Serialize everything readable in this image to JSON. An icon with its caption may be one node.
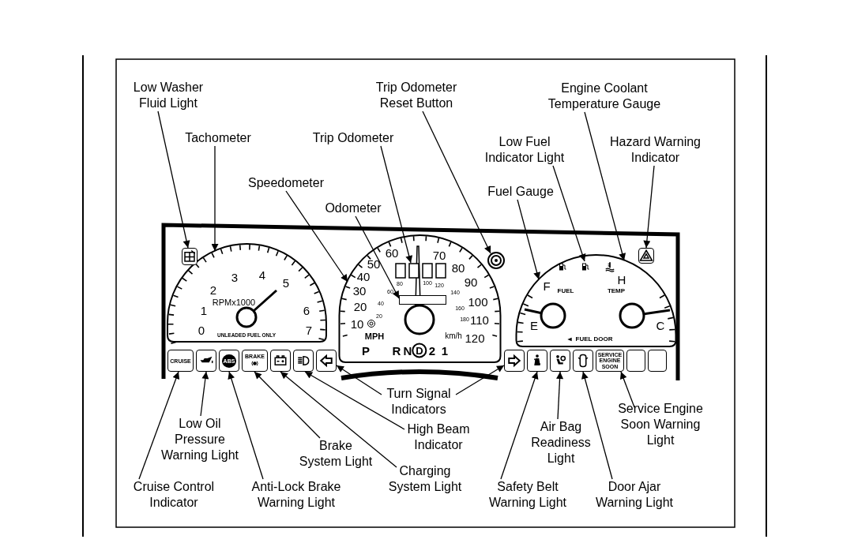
{
  "diagram": {
    "nodes": [
      {
        "text": [
          "Low Washer Fluid Light"
        ]
      },
      {
        "text": [
          "Tachometer"
        ]
      },
      {
        "text": [
          "Speedometer"
        ]
      },
      {
        "text": [
          "Odometer"
        ]
      },
      {
        "text": [
          "Trip Odometer"
        ]
      },
      {
        "text": [
          "Trip Odometer Reset Button"
        ]
      },
      {
        "text": [
          "Engine Coolant Temperature Gauge"
        ]
      },
      {
        "text": [
          "Low Fuel Indicator Light"
        ]
      },
      {
        "text": [
          "Hazard Warning Indicator"
        ]
      },
      {
        "text": [
          "Fuel Gauge"
        ]
      },
      {
        "text": [
          "Turn Signal Indicators"
        ]
      },
      {
        "text": [
          "High Beam Indicator"
        ]
      },
      {
        "text": [
          "Brake System Light"
        ]
      },
      {
        "text": [
          "Charging System Light"
        ]
      },
      {
        "text": [
          "Low Oil Pressure Warning Light"
        ]
      },
      {
        "text": [
          "Cruise Control Indicator"
        ]
      },
      {
        "text": [
          "Anti-Lock Brake Warning Light"
        ]
      },
      {
        "text": [
          "Safety Belt Warning Light"
        ]
      },
      {
        "text": [
          "Air Bag Readiness Light"
        ]
      },
      {
        "text": [
          "Door Ajar Warning Light"
        ]
      },
      {
        "text": [
          "Service Engine Soon Warning Light"
        ]
      },
      {
        "text": [],
        "shape": "box"
      },
      {
        "text": [],
        "shape": "picture"
      },
      {
        "text": [],
        "shape": "picture"
      },
      {
        "text": [],
        "shape": "box",
        "in": 23
      },
      {
        "text": [],
        "shape": "box",
        "in": 23
      },
      {
        "text": [],
        "shape": "circle"
      },
      {
        "text": [],
        "shape": "picture"
      },
      {
        "text": [],
        "shape": "picture",
        "in": 27
      },
      {
        "text": [],
        "shape": "box"
      },
      {
        "text": [
          "CRUISE"
        ]
      },
      {
        "text": [],
        "shape": "box"
      },
      {
        "text": [
          "ABS"
        ]
      },
      {
        "text": [
          "BRAKE"
        ]
      },
      {
        "text": [],
        "shape": "box"
      },
      {
        "text": [],
        "shape": "box"
      },
      {
        "text": [],
        "shape": "box"
      },
      {
        "text": [],
        "shape": "box"
      },
      {
        "text": [],
        "shape": "box"
      },
      {
        "text": [],
        "shape": "box"
      },
      {
        "text": [],
        "shape": "box"
      },
      {
        "text": [
          "SERVICE ENGINE SOON"
        ]
      },
      {
        "text": [],
        "shape": "box"
      },
      {
        "text": [],
        "shape": "box"
      }
    ],
    "edges": [
      {
        "from": 0,
        "to": 21,
        "arrow": "to"
      },
      {
        "from": 1,
        "to": 22,
        "arrow": "to"
      },
      {
        "from": 2,
        "to": 23,
        "arrow": "to"
      },
      {
        "from": 3,
        "to": 25,
        "arrow": "to"
      },
      {
        "from": 4,
        "to": 24,
        "arrow": "to"
      },
      {
        "from": 5,
        "to": 26,
        "arrow": "to"
      },
      {
        "from": 6,
        "to": 27,
        "arrow": "to"
      },
      {
        "from": 7,
        "to": 28,
        "arrow": "to"
      },
      {
        "from": 8,
        "to": 29,
        "arrow": "to"
      },
      {
        "from": 9,
        "to": 27,
        "arrow": "to"
      },
      {
        "from": 10,
        "to": 36,
        "arrow": "to"
      },
      {
        "from": 10,
        "to": 37,
        "arrow": "to"
      },
      {
        "from": 11,
        "to": 35,
        "arrow": "to"
      },
      {
        "from": 12,
        "to": 33,
        "arrow": "to"
      },
      {
        "from": 13,
        "to": 34,
        "arrow": "to"
      },
      {
        "from": 14,
        "to": 31,
        "arrow": "to"
      },
      {
        "from": 15,
        "to": 30,
        "arrow": "to"
      },
      {
        "from": 16,
        "to": 32,
        "arrow": "to"
      },
      {
        "from": 17,
        "to": 38,
        "arrow": "to"
      },
      {
        "from": 18,
        "to": 39,
        "arrow": "to"
      },
      {
        "from": 19,
        "to": 40,
        "arrow": "to"
      },
      {
        "from": 20,
        "to": 41,
        "arrow": "to"
      }
    ],
    "labels": [
      "3",
      "4",
      "2",
      "5",
      "RPMx1000",
      "1",
      "6",
      "0",
      "7",
      "UNLEADED FUEL ONLY",
      "60",
      "50",
      "70",
      "40",
      "80",
      "80",
      "100",
      "120",
      "30",
      "90",
      "60",
      "140",
      "20",
      "100",
      "40",
      "160",
      "20",
      "10",
      "110",
      "180",
      "MPH",
      "km/h",
      "120",
      "P",
      "R",
      "N",
      "D",
      "2",
      "1",
      "H",
      "F",
      "FUEL",
      "TEMP",
      "E",
      "C",
      "FUEL DOOR"
    ]
  }
}
